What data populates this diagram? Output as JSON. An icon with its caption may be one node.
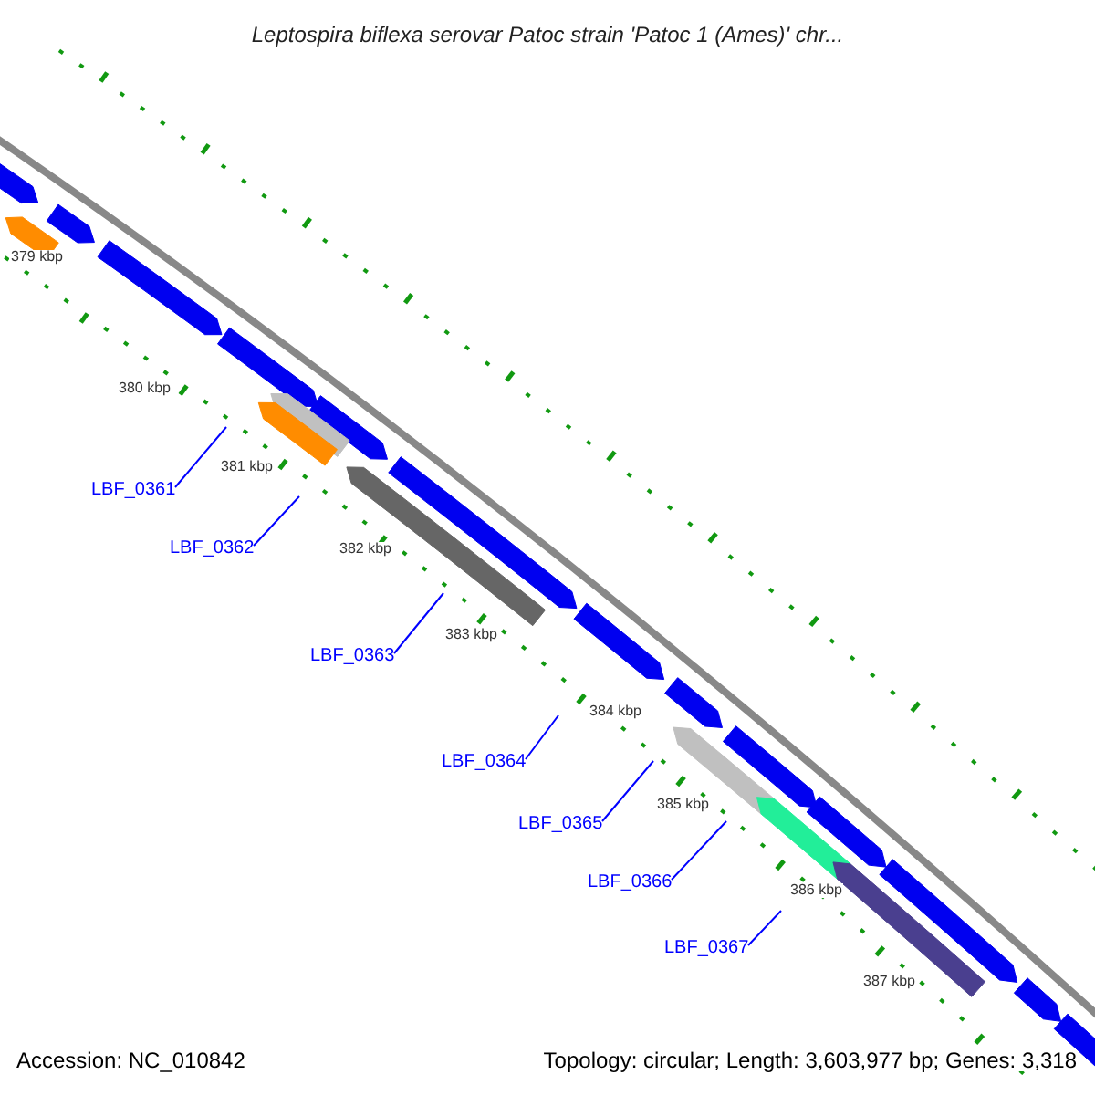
{
  "diagram": {
    "title": "Leptospira biflexa serovar Patoc strain 'Patoc 1 (Ames)' chr...",
    "nodes": [
      {
        "text": [
          "LBF_0361"
        ]
      },
      {
        "text": [
          "LBF_0362"
        ]
      },
      {
        "text": [
          "LBF_0363"
        ]
      },
      {
        "text": [
          "LBF_0364"
        ]
      },
      {
        "text": [
          "LBF_0365"
        ]
      },
      {
        "text": [
          "LBF_0366"
        ]
      },
      {
        "text": [
          "LBF_0367"
        ]
      }
    ],
    "edges": [
      {
        "from": 0,
        "to": null,
        "arrow": "none"
      },
      {
        "from": 1,
        "to": null,
        "arrow": "none"
      },
      {
        "from": 2,
        "to": null,
        "arrow": "none"
      },
      {
        "from": 3,
        "to": null,
        "arrow": "none"
      },
      {
        "from": 4,
        "to": null,
        "arrow": "none"
      },
      {
        "from": 5,
        "to": null,
        "arrow": "none"
      },
      {
        "from": 6,
        "to": null,
        "arrow": "none"
      }
    ],
    "labels": [
      "379 kbp",
      "380 kbp",
      "381 kbp",
      "382 kbp",
      "383 kbp",
      "384 kbp",
      "385 kbp",
      "386 kbp",
      "387 kbp",
      "Accession: NC_010842",
      "Topology: circular; Length: 3,603,977 bp; Genes: 3,318"
    ]
  }
}
